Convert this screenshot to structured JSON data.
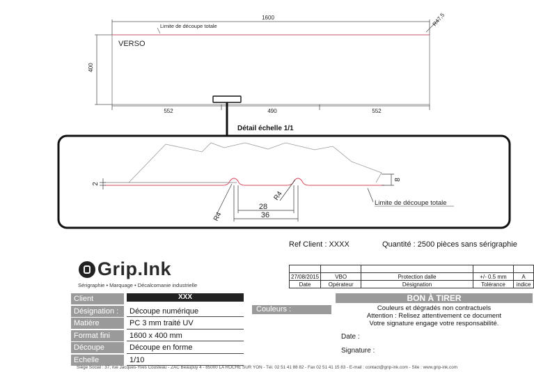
{
  "drawing": {
    "overall_width": "1600",
    "radius_corner": "R47,5",
    "limit_label_top": "Limite de découpe totale",
    "verso": "VERSO",
    "height": "400",
    "seg_left": "552",
    "seg_mid": "490",
    "seg_right": "552",
    "detail_title": "Détail échelle 1/1",
    "dim_2": "2",
    "dim_8": "8",
    "r4_left": "R4",
    "r4_mid": "R4",
    "dim_28": "28",
    "dim_36": "36",
    "limit_label_detail": "Limite de découpe totale"
  },
  "info": {
    "ref": "Ref Client : XXXX",
    "quantity": "Quantité : 2500 pièces sans sérigraphie"
  },
  "logo": {
    "name": "Grip.Ink",
    "tagline": "Sérigraphie • Marquage • Décalcomanie industrielle"
  },
  "revision": {
    "date_val": "27/08/2015",
    "operator_val": "VBO",
    "designation_val": "Protection dalle",
    "tolerance_val": "+/- 0.5 mm",
    "index_val": "A",
    "date_h": "Date",
    "operator_h": "Opérateur",
    "designation_h": "Désignation",
    "tolerance_h": "Tolérance",
    "index_h": "indice"
  },
  "titleblock": {
    "client_label": "Client",
    "client_val": "XXX",
    "designation_label": "Désignation :",
    "designation_val": "Découpe numérique",
    "matiere_label": "Matière",
    "matiere_val": "PC 3 mm traité UV",
    "format_label": "Format fini",
    "format_val": "1600 x 400 mm",
    "decoupe_label": "Découpe",
    "decoupe_val": "Découpe en forme",
    "echelle_label": "Echelle",
    "echelle_val": "1/10",
    "colors_label": "Couleurs :"
  },
  "bat": {
    "title": "BON À TIRER",
    "line1": "Couleurs et dégradés non contractuels",
    "line2": "Attention : Relisez attentivement ce document",
    "line3": "Votre signature engage votre responsabilité.",
    "date": "Date :",
    "signature": "Signature :"
  },
  "footer": "Siège Social : 37, rue Jacques-Yves Cousteau - ZAC Beaupuy 4 - 85000 LA ROCHE SUR YON - Tél. 02 51 41 88 82 - Fax 02 51 41 15 83  - E-mail : contact@grip-ink.com - Site : www.grip-ink.com"
}
